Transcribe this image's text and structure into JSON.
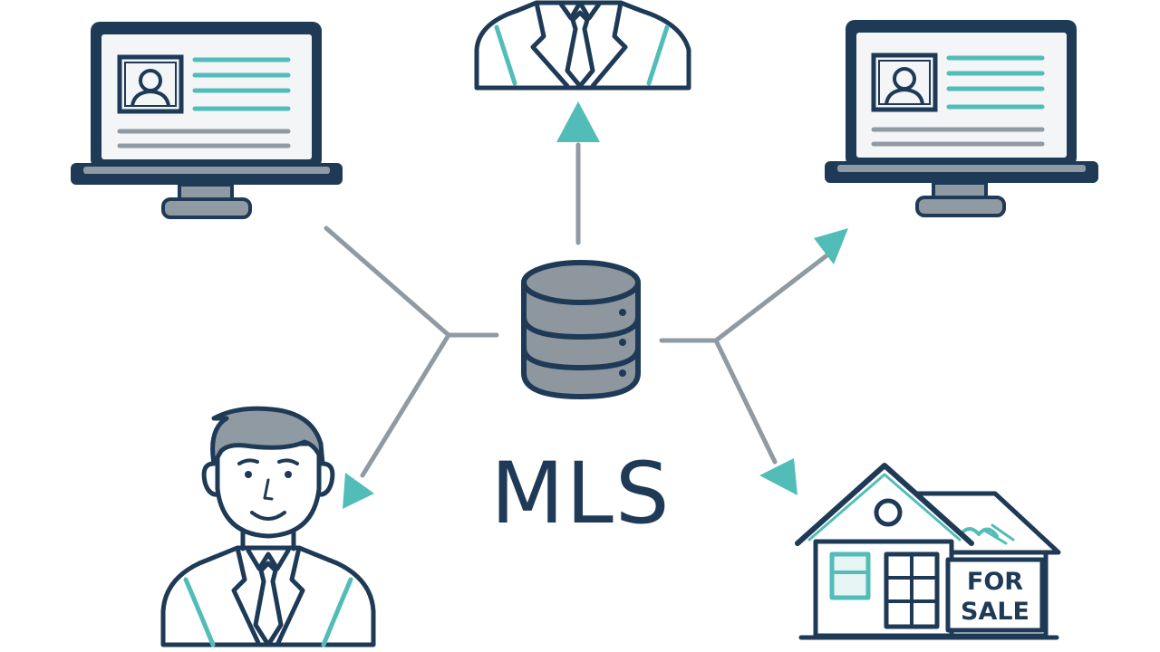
{
  "diagram": {
    "center_label": "MLS",
    "sign_line1": "FOR",
    "sign_line2": "SALE"
  },
  "colors": {
    "navy": "#1e3a56",
    "teal": "#52bdb8",
    "gray": "#8f9aa3",
    "screen": "#f3f5f7",
    "db_fill": "#8e969e",
    "house_window": "#e6f4f3"
  },
  "icons": [
    "laptop-icon",
    "businessman-icon",
    "database-icon",
    "agent-icon",
    "house-for-sale-icon",
    "arrow-icon"
  ]
}
